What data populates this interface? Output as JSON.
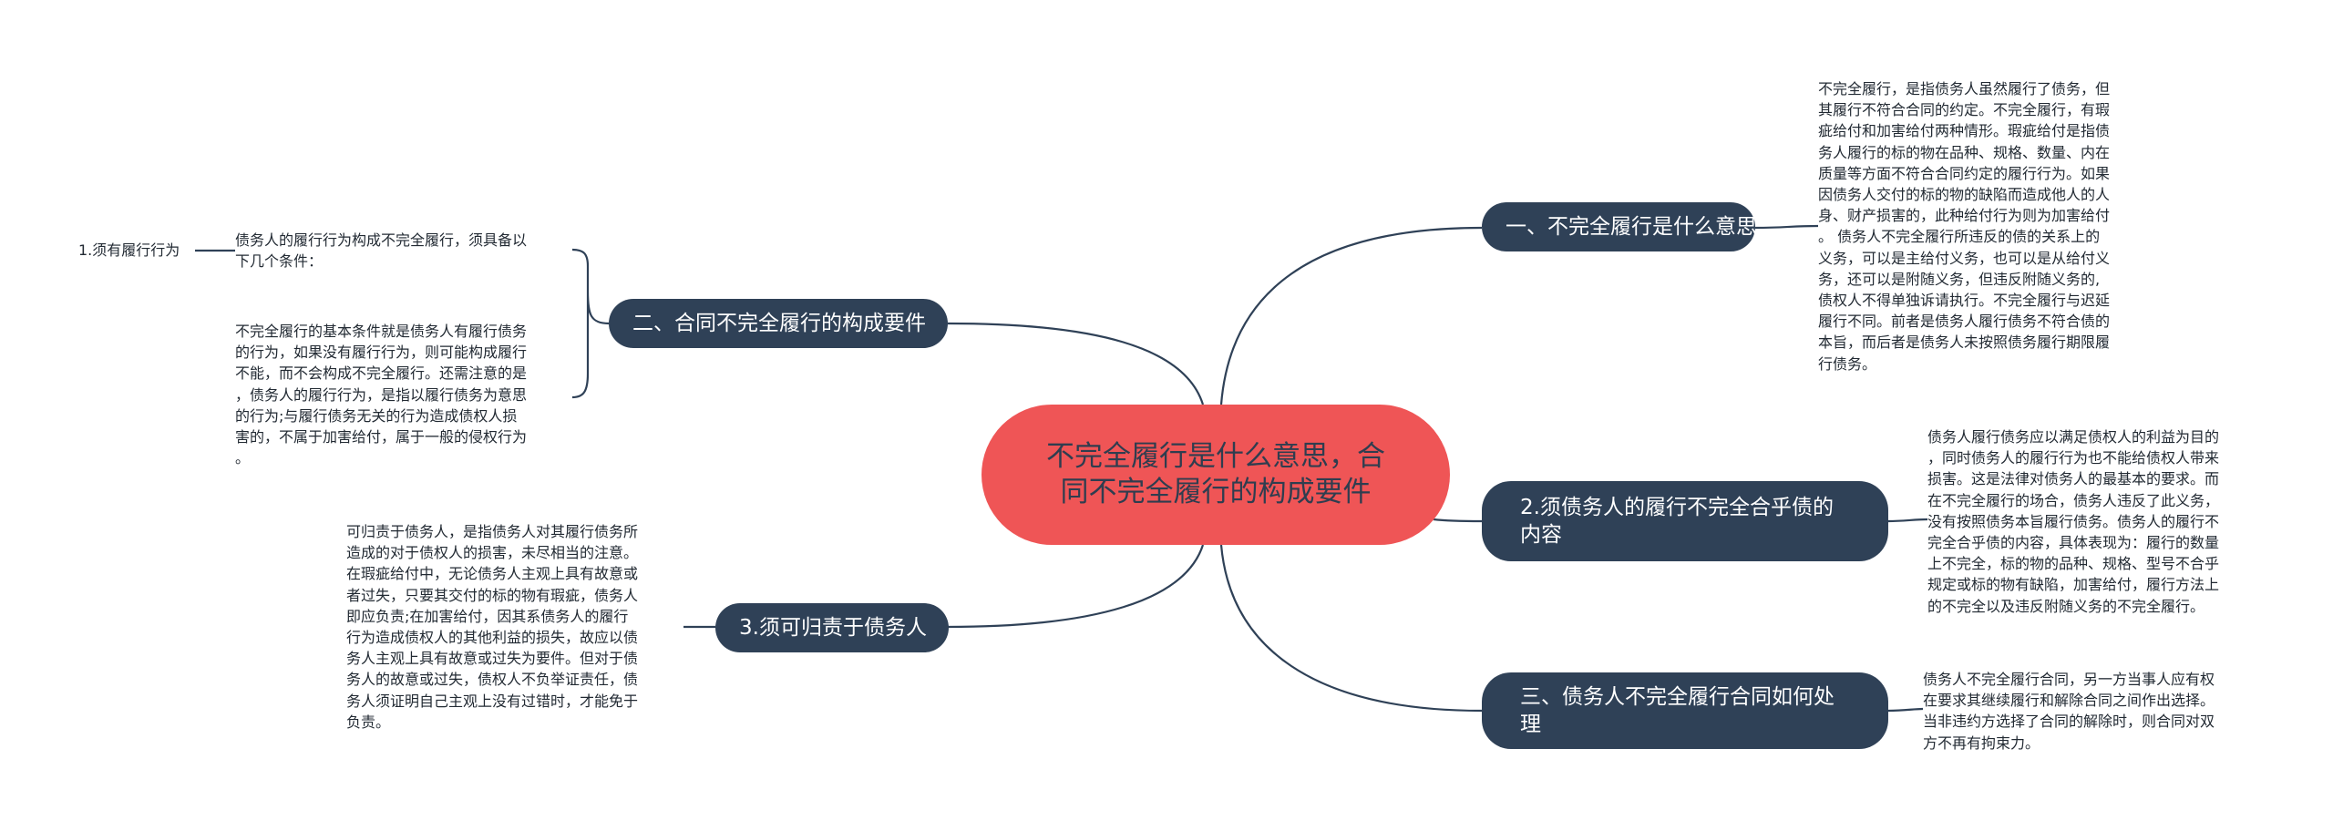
{
  "center": {
    "title": "不完全履行是什么意思，合同不完全履行的构成要件"
  },
  "branches": [
    {
      "label": "一、不完全履行是什么意思",
      "text": "不完全履行，是指债务人虽然履行了债务，但\n其履行不符合合同的约定。不完全履行，有瑕\n疵给付和加害给付两种情形。瑕疵给付是指债\n务人履行的标的物在品种、规格、数量、内在\n质量等方面不符合合同约定的履行行为。如果\n因债务人交付的标的物的缺陷而造成他人的人\n身、财产损害的，此种给付行为则为加害给付\n。 债务人不完全履行所违反的债的关系上的\n义务，可以是主给付义务，也可以是从给付义\n务，还可以是附随义务，但违反附随义务的,\n债权人不得单独诉请执行。不完全履行与迟延\n履行不同。前者是债务人履行债务不符合债的\n本旨，而后者是债务人未按照债务履行期限履\n行债务。"
    },
    {
      "label": "2.须债务人的履行不完全合乎债的内容",
      "text": "债务人履行债务应以满足债权人的利益为目的\n，同时债务人的履行行为也不能给债权人带来\n损害。这是法律对债务人的最基本的要求。而\n在不完全履行的场合，债务人违反了此义务，\n没有按照债务本旨履行债务。债务人的履行不\n完全合乎债的内容，具体表现为：履行的数量\n上不完全，标的物的品种、规格、型号不合乎\n规定或标的物有缺陷，加害给付，履行方法上\n的不完全以及违反附随义务的不完全履行。"
    },
    {
      "label": "三、债务人不完全履行合同如何处理",
      "text": "债务人不完全履行合同，另一方当事人应有权\n在要求其继续履行和解除合同之间作出选择。\n当非违约方选择了合同的解除时，则合同对双\n方不再有拘束力。"
    },
    {
      "label": "二、合同不完全履行的构成要件",
      "children": [
        {
          "text": "债务人的履行行为构成不完全履行，须具备以\n下几个条件：",
          "sub": "1.须有履行行为"
        },
        {
          "text": "不完全履行的基本条件就是债务人有履行债务\n的行为，如果没有履行行为，则可能构成履行\n不能，而不会构成不完全履行。还需注意的是\n，债务人的履行行为，是指以履行债务为意思\n的行为;与履行债务无关的行为造成债权人损\n害的，不属于加害给付，属于一般的侵权行为\n。"
        }
      ]
    },
    {
      "label": "3.须可归责于债务人",
      "text": "可归责于债务人，是指债务人对其履行债务所\n造成的对于债权人的损害，未尽相当的注意。\n在瑕疵给付中，无论债务人主观上具有故意或\n者过失，只要其交付的标的物有瑕疵，债务人\n即应负责;在加害给付，因其系债务人的履行\n行为造成债权人的其他利益的损失，故应以债\n务人主观上具有故意或过失为要件。但对于债\n务人的故意或过失，债权人不负举证责任，债\n务人须证明自己主观上没有过错时，才能免于\n负责。"
    }
  ],
  "colors": {
    "center": "#ef5556",
    "node": "#2f4157",
    "edge": "#2f4157",
    "text": "#222a33"
  }
}
